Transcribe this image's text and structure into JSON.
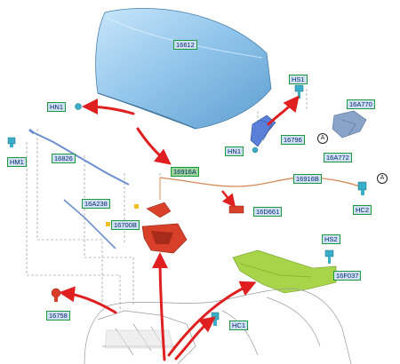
{
  "labels": {
    "hood": "16612",
    "hs1": "HS1",
    "hn1_top": "HN1",
    "hm1": "HM1",
    "p16826": "16826",
    "p16796": "16796",
    "hn1_mid": "HN1",
    "p16a770": "16A770",
    "p16a772": "16A772",
    "p16916a": "16916A",
    "p16916b": "16916B",
    "p16d661": "16D661",
    "hc2": "HC2",
    "p16a238": "16A238",
    "p16700b": "16700B",
    "hs2": "HS2",
    "p16f037": "16F037",
    "p16758": "16758",
    "hc1": "HC1"
  },
  "callouts": {
    "a_left": "A",
    "a_right": "A"
  },
  "colors": {
    "label_fill": "#cfe0f5",
    "label_fill_highlight": "#9bd49a",
    "label_border": "#1e9a3a",
    "label_text": "#0a2a6a",
    "arrow_red": "#e02020",
    "hood_blue": "#8ec3ea",
    "latch_red": "#d8402a",
    "shield_green": "#a8d44a"
  }
}
